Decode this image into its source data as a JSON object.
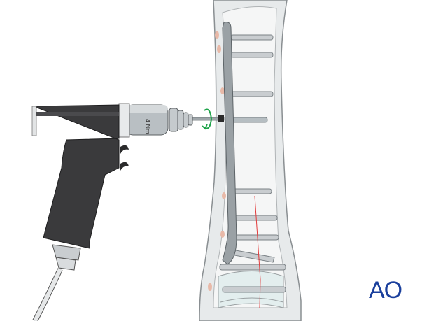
{
  "illustration": {
    "subject": "Power drill inserting screw through plate into distal tibia",
    "drill": {
      "torque_limiter_label": "4 Nm",
      "body_color": "#3a3a3c",
      "chuck_color": "#b9bfc3"
    },
    "rotation_indicator": {
      "color": "#1fa34a"
    },
    "bone": {
      "fill": "#eef0f0",
      "outline": "#8a8f92"
    },
    "fracture_line": {
      "color": "#e23a3a"
    },
    "screws_count": 9,
    "plate_color": "#9aa1a5"
  },
  "logo": {
    "text": "AO",
    "color": "#1a3f9c"
  }
}
